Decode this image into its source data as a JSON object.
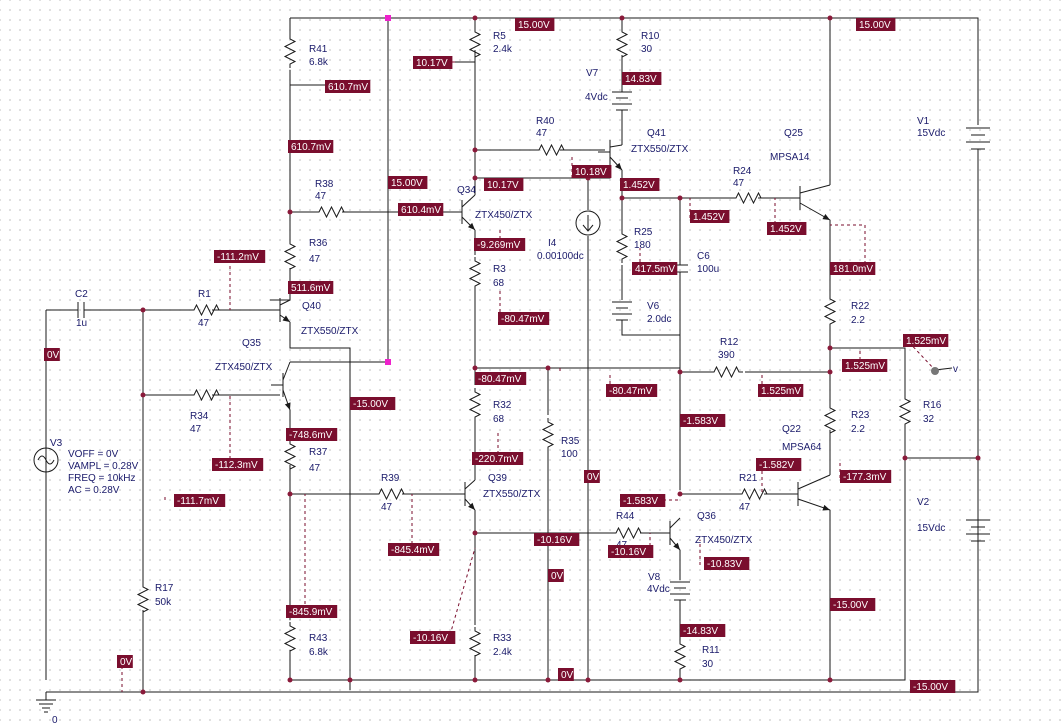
{
  "colors": {
    "wire": "#1a1a1a",
    "label": "#1a1a6a",
    "tag": "#7a0e2e",
    "junction": "#8a1a3a",
    "selection": "#ee22cc"
  },
  "components": [
    {
      "id": "r41",
      "label": "R41",
      "value": "6.8k"
    },
    {
      "id": "r5",
      "label": "R5",
      "value": "2.4k"
    },
    {
      "id": "r10",
      "label": "R10",
      "value": "30"
    },
    {
      "id": "v7",
      "label": "V7",
      "value": "4Vdc"
    },
    {
      "id": "r40",
      "label": "R40",
      "value": "47"
    },
    {
      "id": "q41",
      "label": "Q41",
      "value": "ZTX550/ZTX"
    },
    {
      "id": "q25",
      "label": "Q25",
      "value": "MPSA14"
    },
    {
      "id": "v1",
      "label": "V1",
      "value": "15Vdc"
    },
    {
      "id": "r38",
      "label": "R38",
      "value": "47"
    },
    {
      "id": "q34",
      "label": "Q34",
      "value": "ZTX450/ZTX"
    },
    {
      "id": "r24",
      "label": "R24",
      "value": "47"
    },
    {
      "id": "r36",
      "label": "R36",
      "value": "47"
    },
    {
      "id": "i4",
      "label": "I4",
      "value": "0.00100dc"
    },
    {
      "id": "r25",
      "label": "R25",
      "value": "180"
    },
    {
      "id": "c6",
      "label": "C6",
      "value": "100u"
    },
    {
      "id": "r3",
      "label": "R3",
      "value": "68"
    },
    {
      "id": "c2",
      "label": "C2",
      "value": "1u"
    },
    {
      "id": "r1",
      "label": "R1",
      "value": "47"
    },
    {
      "id": "q40",
      "label": "Q40",
      "value": "ZTX550/ZTX"
    },
    {
      "id": "q35",
      "label": "Q35",
      "value": "ZTX450/ZTX"
    },
    {
      "id": "v6",
      "label": "V6",
      "value": "2.0dc"
    },
    {
      "id": "r22",
      "label": "R22",
      "value": "2.2"
    },
    {
      "id": "r12",
      "label": "R12",
      "value": "390"
    },
    {
      "id": "r34",
      "label": "R34",
      "value": "47"
    },
    {
      "id": "r32",
      "label": "R32",
      "value": "68"
    },
    {
      "id": "r35",
      "label": "R35",
      "value": "100"
    },
    {
      "id": "r16",
      "label": "R16",
      "value": "32"
    },
    {
      "id": "r23",
      "label": "R23",
      "value": "2.2"
    },
    {
      "id": "q22",
      "label": "Q22",
      "value": "MPSA64"
    },
    {
      "id": "r37",
      "label": "R37",
      "value": "47"
    },
    {
      "id": "r39",
      "label": "R39",
      "value": "47"
    },
    {
      "id": "q39",
      "label": "Q39",
      "value": "ZTX550/ZTX"
    },
    {
      "id": "r21",
      "label": "R21",
      "value": "47"
    },
    {
      "id": "r44",
      "label": "R44",
      "value": "47"
    },
    {
      "id": "q36",
      "label": "Q36",
      "value": "ZTX450/ZTX"
    },
    {
      "id": "v2",
      "label": "V2",
      "value": "15Vdc"
    },
    {
      "id": "v8",
      "label": "V8",
      "value": "4Vdc"
    },
    {
      "id": "r17",
      "label": "R17",
      "value": "50k"
    },
    {
      "id": "r43",
      "label": "R43",
      "value": "6.8k"
    },
    {
      "id": "r33",
      "label": "R33",
      "value": "2.4k"
    },
    {
      "id": "r11",
      "label": "R11",
      "value": "30"
    }
  ],
  "source_v3": {
    "label": "V3",
    "params": [
      "VOFF = 0V",
      "VAMPL = 0.28V",
      "FREQ = 10kHz",
      "AC = 0.28V"
    ]
  },
  "ground_label": "0",
  "node_tags": [
    "15.00V",
    "15.00V",
    "10.17V",
    "610.7mV",
    "14.83V",
    "610.7mV",
    "15.00V",
    "10.17V",
    "10.18V",
    "1.452V",
    "610.4mV",
    "1.452V",
    "-9.269mV",
    "1.452V",
    "-111.2mV",
    "417.5mV",
    "181.0mV",
    "511.6mV",
    "-80.47mV",
    "0V",
    "1.525mV",
    "-80.47mV",
    "-80.47mV",
    "1.525mV",
    "1.525mV",
    "-15.00V",
    "-1.583V",
    "-748.6mV",
    "-112.3mV",
    "-220.7mV",
    "-1.582V",
    "-177.3mV",
    "0V",
    "-111.7mV",
    "-1.583V",
    "-845.4mV",
    "-10.16V",
    "-10.16V",
    "-10.83V",
    "0V",
    "-15.00V",
    "-845.9mV",
    "-14.83V",
    "-10.16V",
    "0V",
    "0V",
    "-15.00V"
  ]
}
